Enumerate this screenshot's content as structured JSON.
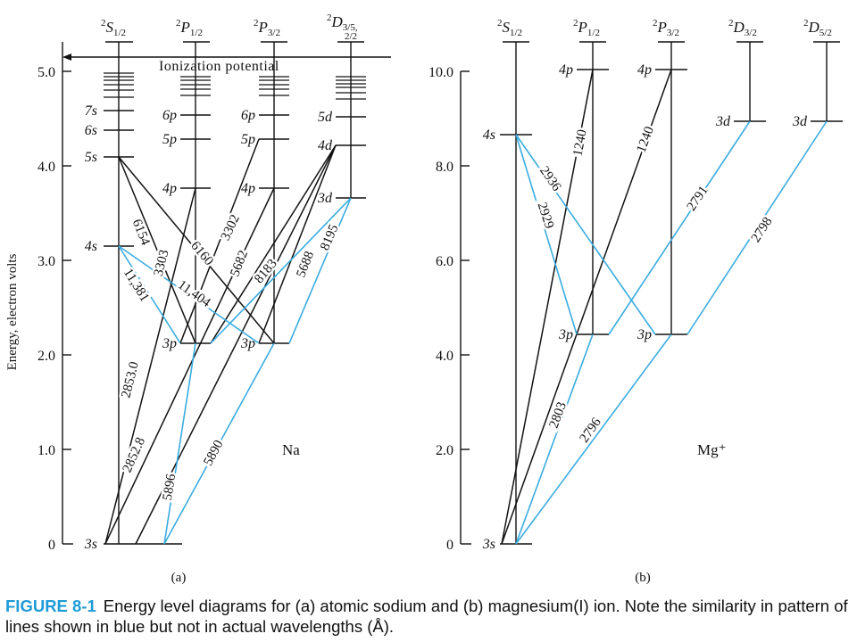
{
  "panel_a": {
    "tag": "(a)",
    "element": "Na",
    "y_axis_title": "Energy, electron volts",
    "y_ticks": [
      "0",
      "1.0",
      "2.0",
      "3.0",
      "4.0",
      "5.0"
    ],
    "ionization_label": "Ionization potential",
    "columns": [
      {
        "sup": "2",
        "letter": "S",
        "sub": "1/2"
      },
      {
        "sup": "2",
        "letter": "P",
        "sub": "1/2"
      },
      {
        "sup": "2",
        "letter": "P",
        "sub": "3/2"
      },
      {
        "sup": "2",
        "letter": "D",
        "sub": "3/5,",
        "sub2": "2/2"
      }
    ],
    "levels": {
      "s": [
        {
          "label": "3s",
          "energy": 0
        },
        {
          "label": "4s",
          "energy": 3.2
        },
        {
          "label": "5s",
          "energy": 4.1
        },
        {
          "label": "6s",
          "energy": 4.4
        },
        {
          "label": "7s",
          "energy": 4.6
        }
      ],
      "p12": [
        {
          "label": "3p",
          "energy": 2.1
        },
        {
          "label": "4p",
          "energy": 3.75
        },
        {
          "label": "5p",
          "energy": 4.3
        },
        {
          "label": "6p",
          "energy": 4.55
        }
      ],
      "p32": [
        {
          "label": "3p",
          "energy": 2.1
        },
        {
          "label": "4p",
          "energy": 3.75
        },
        {
          "label": "5p",
          "energy": 4.3
        },
        {
          "label": "6p",
          "energy": 4.55
        }
      ],
      "d": [
        {
          "label": "3d",
          "energy": 3.6
        },
        {
          "label": "4d",
          "energy": 4.25
        },
        {
          "label": "5d",
          "energy": 4.5
        }
      ]
    },
    "transition_labels": [
      "2853.0",
      "2852.8",
      "5896",
      "5890",
      "11,381",
      "11,404",
      "6154",
      "6160",
      "3303",
      "3302",
      "5682",
      "5688",
      "8183",
      "8195"
    ]
  },
  "panel_b": {
    "tag": "(b)",
    "element": "Mg⁺",
    "y_ticks": [
      "0",
      "2.0",
      "4.0",
      "6.0",
      "8.0",
      "10.0"
    ],
    "columns": [
      {
        "sup": "2",
        "letter": "S",
        "sub": "1/2"
      },
      {
        "sup": "2",
        "letter": "P",
        "sub": "1/2"
      },
      {
        "sup": "2",
        "letter": "P",
        "sub": "3/2"
      },
      {
        "sup": "2",
        "letter": "D",
        "sub": "3/2"
      },
      {
        "sup": "2",
        "letter": "D",
        "sub": "5/2"
      }
    ],
    "levels": {
      "s": [
        {
          "label": "3s",
          "energy": 0
        },
        {
          "label": "4s",
          "energy": 8.65
        }
      ],
      "p12": [
        {
          "label": "3p",
          "energy": 4.45
        },
        {
          "label": "4p",
          "energy": 10.0
        }
      ],
      "p32": [
        {
          "label": "3p",
          "energy": 4.45
        },
        {
          "label": "4p",
          "energy": 10.0
        }
      ],
      "d32": [
        {
          "label": "3d",
          "energy": 8.9
        }
      ],
      "d52": [
        {
          "label": "3d",
          "energy": 8.9
        }
      ]
    },
    "transition_labels": [
      "1240",
      "1240",
      "2936",
      "2929",
      "2791",
      "2798",
      "2803",
      "2796"
    ]
  },
  "colors": {
    "highlight": "#3aace0",
    "ink": "#111111",
    "caption_accent": "#1e9bd7"
  },
  "caption": {
    "figure_label": "FIGURE 8-1",
    "text": "Energy level diagrams for (a) atomic sodium and (b) magnesium(I) ion. Note the similarity in pattern of lines shown in blue but not in actual wavelengths (Å)."
  }
}
